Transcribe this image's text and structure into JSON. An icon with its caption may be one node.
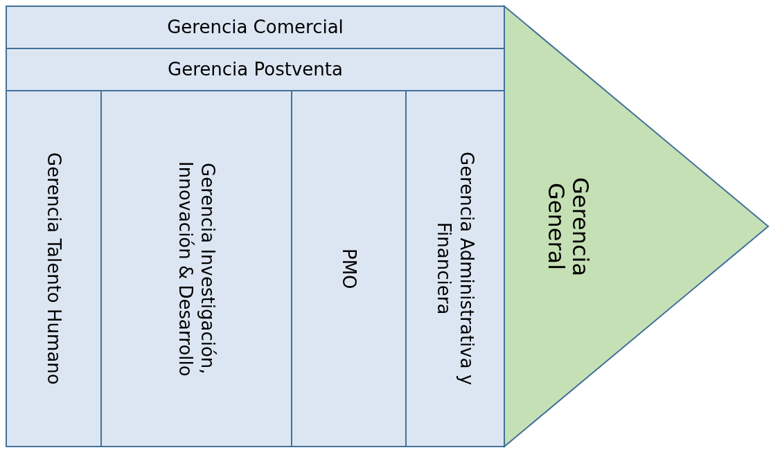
{
  "diagram": {
    "nodes": [
      {
        "text": [
          "Gerencia Comercial"
        ]
      },
      {
        "text": [
          "Gerencia Postventa"
        ]
      },
      {
        "text": [
          "Gerencia Talento Humano"
        ]
      },
      {
        "text": [
          "Gerencia Investigación, Innovación & Desarrollo"
        ]
      },
      {
        "text": [
          "PMO"
        ]
      },
      {
        "text": [
          "Gerencia Administrativa y Financiera"
        ]
      },
      {
        "text": [
          "Gerencia General"
        ]
      }
    ]
  }
}
